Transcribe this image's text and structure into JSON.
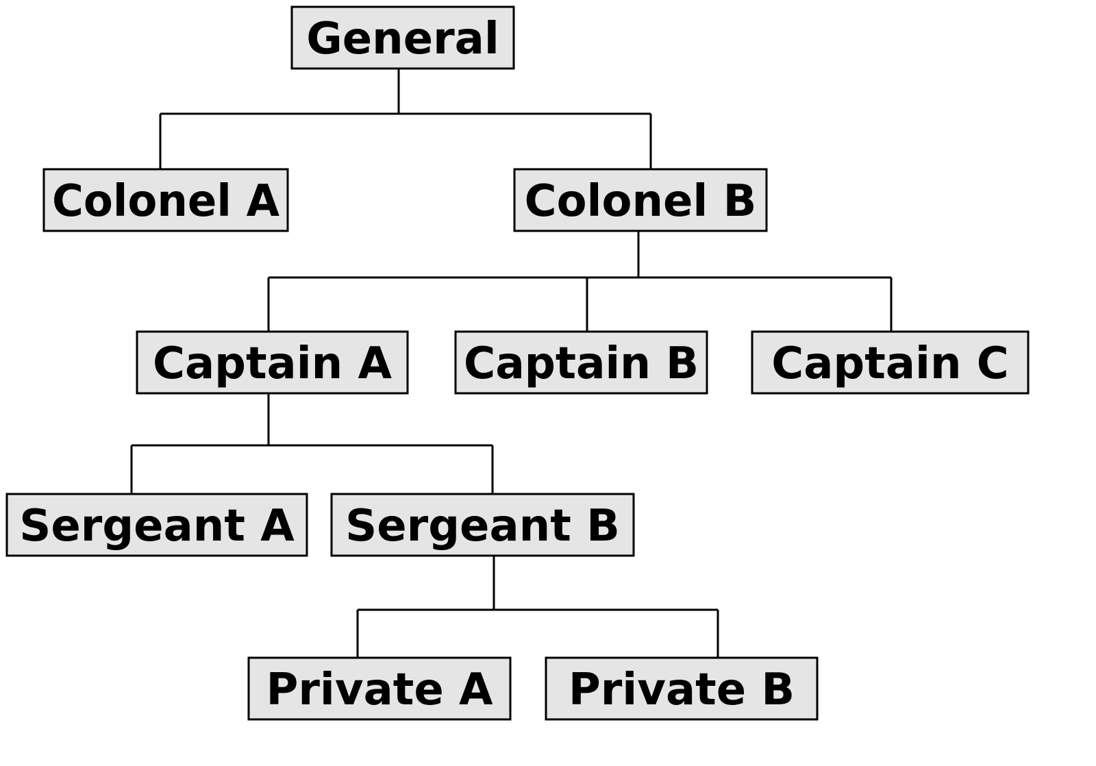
{
  "diagram": {
    "type": "org-chart",
    "nodes": [
      {
        "id": "general",
        "label": "General"
      },
      {
        "id": "colonel-a",
        "label": "Colonel A"
      },
      {
        "id": "colonel-b",
        "label": "Colonel B"
      },
      {
        "id": "captain-a",
        "label": "Captain A"
      },
      {
        "id": "captain-b",
        "label": "Captain B"
      },
      {
        "id": "captain-c",
        "label": "Captain C"
      },
      {
        "id": "sergeant-a",
        "label": "Sergeant A"
      },
      {
        "id": "sergeant-b",
        "label": "Sergeant B"
      },
      {
        "id": "private-a",
        "label": "Private A"
      },
      {
        "id": "private-b",
        "label": "Private B"
      }
    ],
    "edges": [
      {
        "from": "general",
        "to": "colonel-a"
      },
      {
        "from": "general",
        "to": "colonel-b"
      },
      {
        "from": "colonel-b",
        "to": "captain-a"
      },
      {
        "from": "colonel-b",
        "to": "captain-b"
      },
      {
        "from": "colonel-b",
        "to": "captain-c"
      },
      {
        "from": "captain-a",
        "to": "sergeant-a"
      },
      {
        "from": "captain-a",
        "to": "sergeant-b"
      },
      {
        "from": "sergeant-b",
        "to": "private-a"
      },
      {
        "from": "sergeant-b",
        "to": "private-b"
      }
    ],
    "colors": {
      "box_fill": "#e5e5e5",
      "stroke": "#000000",
      "text": "#000000"
    }
  }
}
